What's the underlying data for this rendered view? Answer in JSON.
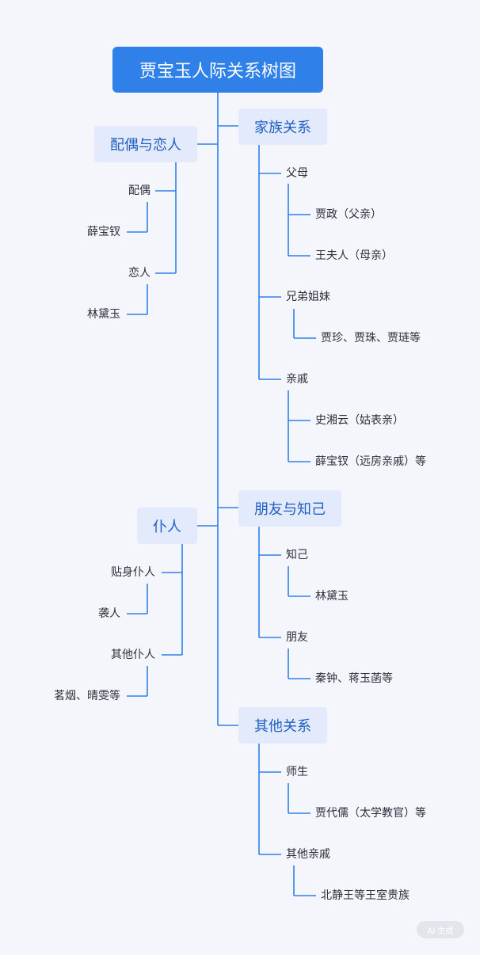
{
  "title": "贾宝玉人际关系树图",
  "categories": {
    "family": "家族关系",
    "spouse_lover": "配偶与恋人",
    "servants": "仆人",
    "friends": "朋友与知己",
    "other": "其他关系"
  },
  "family": {
    "parents": "父母",
    "father": "贾政（父亲）",
    "mother": "王夫人（母亲）",
    "siblings": "兄弟姐妹",
    "siblings_names": "贾珍、贾珠、贾琏等",
    "relatives": "亲戚",
    "relative_1": "史湘云（姑表亲）",
    "relative_2": "薛宝钗（远房亲戚）等"
  },
  "spouse_lover": {
    "spouse": "配偶",
    "spouse_name": "薛宝钗",
    "lover": "恋人",
    "lover_name": "林黛玉"
  },
  "servants": {
    "personal": "贴身仆人",
    "personal_name": "袭人",
    "others": "其他仆人",
    "others_names": "茗烟、晴雯等"
  },
  "friends": {
    "confidant": "知己",
    "confidant_name": "林黛玉",
    "friend": "朋友",
    "friend_names": "秦钟、蒋玉菡等"
  },
  "other": {
    "teacher": "师生",
    "teacher_name": "贾代儒（太学教官）等",
    "other_relatives": "其他亲戚",
    "other_relatives_names": "北静王等王室贵族"
  },
  "badge": "AI 生成",
  "colors": {
    "line": "#2f80e8",
    "root_bg": "#2f80e8",
    "category_bg": "#e2eafb",
    "category_text": "#1f5fc2",
    "background": "#f5f6fc"
  }
}
